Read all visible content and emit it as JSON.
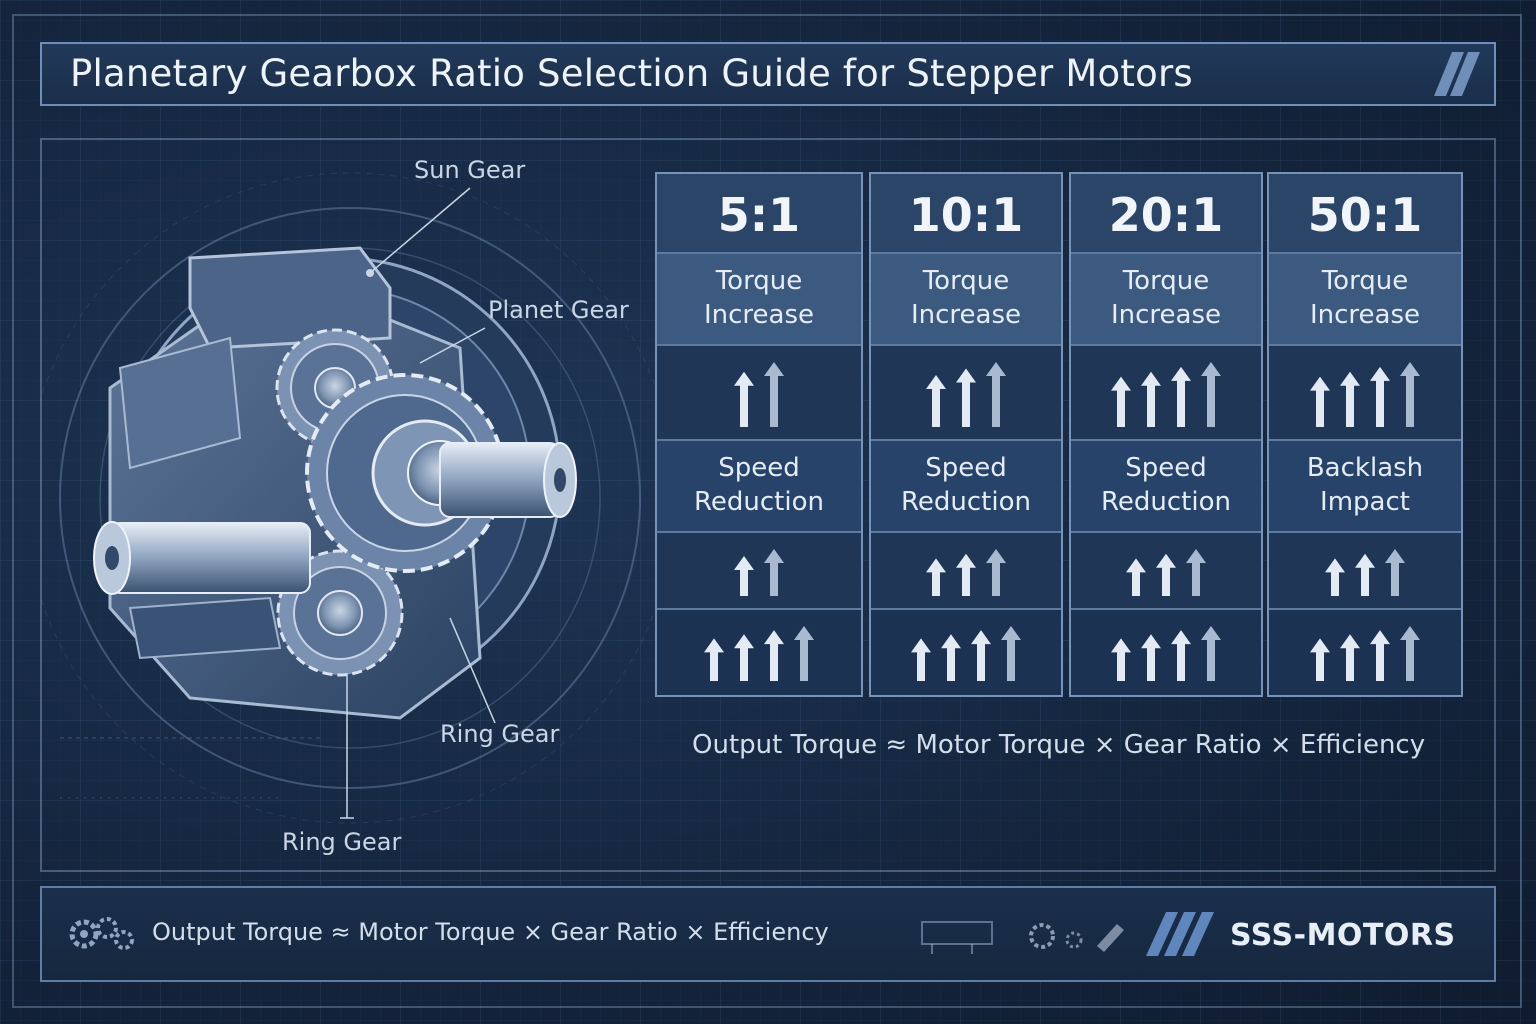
{
  "title": "Planetary Gearbox Ratio Selection Guide for Stepper Motors",
  "callouts": {
    "sun_gear": "Sun Gear",
    "planet_gear": "Planet Gear",
    "ring_gear_right": "Ring Gear",
    "ring_gear_bottom": "Ring Gear"
  },
  "ratios": [
    {
      "ratio": "5:1",
      "metric_a": "Torque\nIncrease",
      "metric_b": "Speed\nReduction",
      "level_a": 2,
      "level_b": 2,
      "level_c": 4
    },
    {
      "ratio": "10:1",
      "metric_a": "Torque\nIncrease",
      "metric_b": "Speed\nReduction",
      "level_a": 3,
      "level_b": 3,
      "level_c": 4
    },
    {
      "ratio": "20:1",
      "metric_a": "Torque\nIncrease",
      "metric_b": "Speed\nReduction",
      "level_a": 4,
      "level_b": 3,
      "level_c": 4
    },
    {
      "ratio": "50:1",
      "metric_a": "Torque\nIncrease",
      "metric_b": "Backlash\nImpact",
      "level_a": 4,
      "level_b": 3,
      "level_c": 4
    }
  ],
  "formula": "Output Torque ≈ Motor Torque × Gear Ratio × Efficiency",
  "footer": {
    "formula": "Output Torque ≈ Motor Torque × Gear Ratio × Efficiency",
    "brand": "SSS-MOTORS",
    "gear_icon": "gears-icon",
    "brand_icon": "slash-stripes-icon"
  },
  "colors": {
    "background": "#13223a",
    "panel": "#1b3150",
    "header_cell": "#3c5a80",
    "border": "#7793b8",
    "text": "#eef3f9"
  }
}
